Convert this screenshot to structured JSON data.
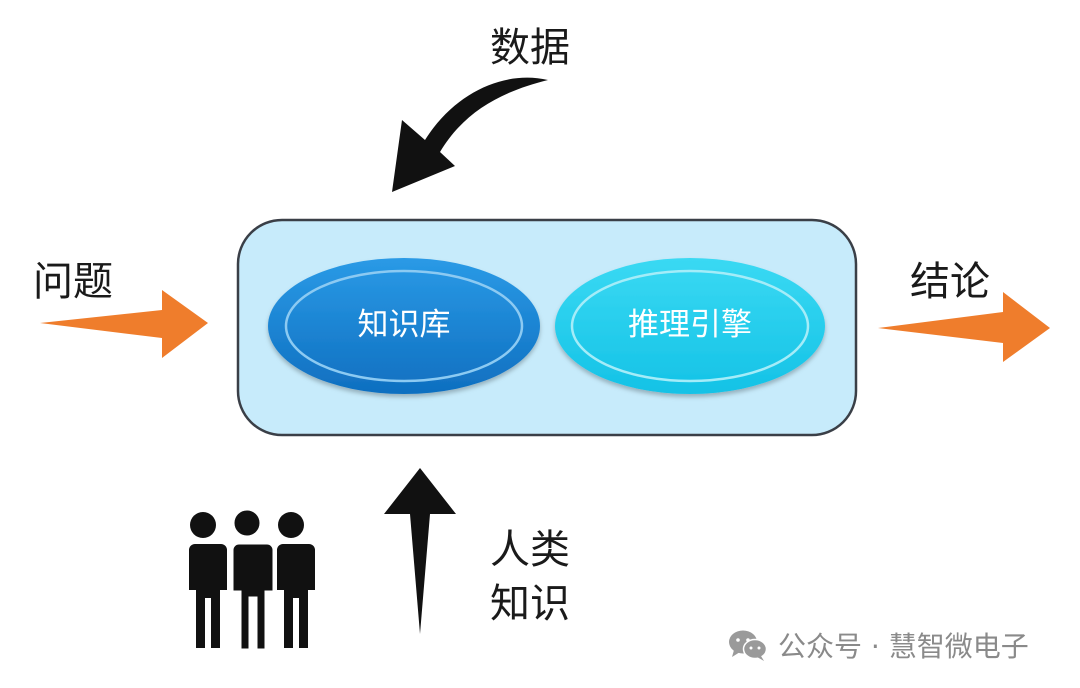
{
  "diagram": {
    "inputs": {
      "data_label": "数据",
      "question_label": "问题",
      "human_knowledge_label": [
        "人类",
        "知识"
      ]
    },
    "output": {
      "conclusion_label": "结论"
    },
    "system": {
      "knowledge_base_label": "知识库",
      "inference_engine_label": "推理引擎"
    }
  },
  "watermark": {
    "text": "公众号 · 慧智微电子",
    "icon": "wechat-icon"
  },
  "colors": {
    "panel_fill": "#c7ebfb",
    "panel_stroke": "#3a3f47",
    "kb_oval": "#1a88d6",
    "engine_oval": "#22ccec",
    "arrow_orange": "#ef7d2c",
    "arrow_black": "#111111"
  }
}
